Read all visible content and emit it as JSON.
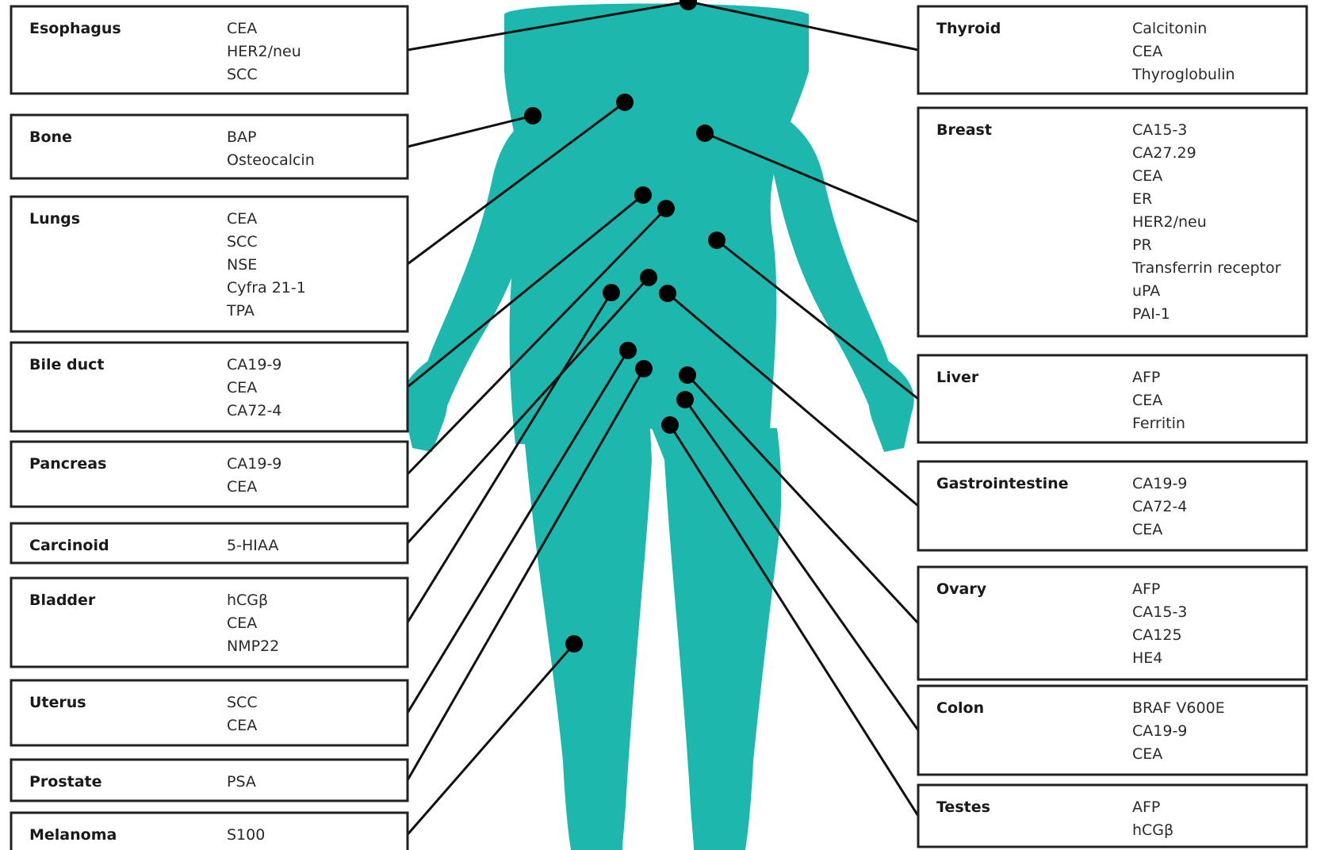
{
  "colors": {
    "body": "#1cb8ae",
    "box_border": "#222222",
    "connector": "#111111",
    "dot": "#000000",
    "highlight_text": "#7a7a3a"
  },
  "left_boxes": [
    {
      "id": "esophagus",
      "title": "Esophagus",
      "markers": [
        "CEA",
        "HER2/neu",
        "SCC"
      ],
      "highlight_index": 1
    },
    {
      "id": "bone",
      "title": "Bone",
      "markers": [
        "BAP",
        "Osteocalcin"
      ]
    },
    {
      "id": "lungs",
      "title": "Lungs",
      "markers": [
        "CEA",
        "SCC",
        "NSE",
        "Cyfra 21-1",
        "TPA"
      ]
    },
    {
      "id": "bile-duct",
      "title": "Bile duct",
      "markers": [
        "CA19-9",
        "CEA",
        "CA72-4"
      ]
    },
    {
      "id": "pancreas",
      "title": "Pancreas",
      "markers": [
        "CA19-9",
        "CEA"
      ]
    },
    {
      "id": "carcinoid",
      "title": "Carcinoid",
      "markers": [
        "5-HIAA"
      ]
    },
    {
      "id": "bladder",
      "title": "Bladder",
      "markers": [
        "hCGβ",
        "CEA",
        "NMP22"
      ]
    },
    {
      "id": "uterus",
      "title": "Uterus",
      "markers": [
        "SCC",
        "CEA"
      ]
    },
    {
      "id": "prostate",
      "title": "Prostate",
      "markers": [
        "PSA"
      ]
    },
    {
      "id": "melanoma",
      "title": "Melanoma",
      "markers": [
        "S100"
      ]
    }
  ],
  "right_boxes": [
    {
      "id": "thyroid",
      "title": "Thyroid",
      "markers": [
        "Calcitonin",
        "CEA",
        "Thyroglobulin"
      ]
    },
    {
      "id": "breast",
      "title": "Breast",
      "markers": [
        "CA15-3",
        "CA27.29",
        "CEA",
        "ER",
        "HER2/neu",
        "PR",
        "Transferrin receptor",
        "uPA",
        "PAI-1"
      ]
    },
    {
      "id": "liver",
      "title": "Liver",
      "markers": [
        "AFP",
        "CEA",
        "Ferritin"
      ]
    },
    {
      "id": "gastrointestine",
      "title": "Gastrointestine",
      "markers": [
        "CA19-9",
        "CA72-4",
        "CEA"
      ]
    },
    {
      "id": "ovary",
      "title": "Ovary",
      "markers": [
        "AFP",
        "CA15-3",
        "CA125",
        "HE4"
      ]
    },
    {
      "id": "colon",
      "title": "Colon",
      "markers": [
        "BRAF V600E",
        "CA19-9",
        "CEA"
      ]
    },
    {
      "id": "testes",
      "title": "Testes",
      "markers": [
        "AFP",
        "hCGβ"
      ]
    }
  ]
}
